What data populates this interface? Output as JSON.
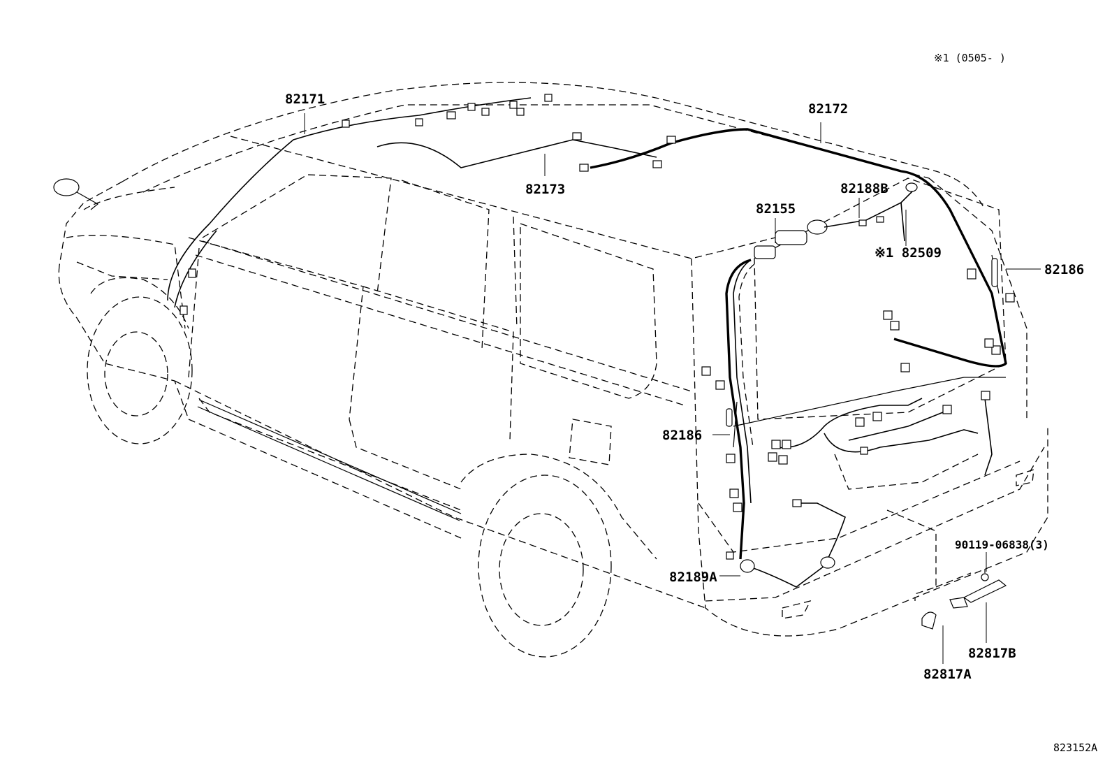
{
  "header": {
    "note": "※1 (0505-      )"
  },
  "footer": {
    "illustration_id": "823152A"
  },
  "callouts": {
    "c82171": "82171",
    "c82172": "82172",
    "c82173": "82173",
    "c82188b": "82188B",
    "c82155": "82155",
    "c82509": "※1 82509",
    "c82186_right": "82186",
    "c82186_left": "82186",
    "c82189a": "82189A",
    "c90119": "90119-06838(3)",
    "c82817b": "82817B",
    "c82817a": "82817A"
  }
}
